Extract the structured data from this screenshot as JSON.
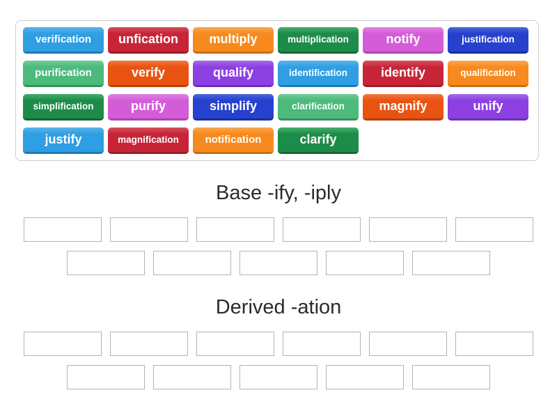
{
  "bank": {
    "tiles": [
      {
        "label": "verification",
        "color": "sky"
      },
      {
        "label": "unfication",
        "color": "crimson"
      },
      {
        "label": "multiply",
        "color": "orange"
      },
      {
        "label": "multiplication",
        "color": "forest"
      },
      {
        "label": "notify",
        "color": "orchid"
      },
      {
        "label": "justification",
        "color": "royal"
      },
      {
        "label": "purification",
        "color": "emerald"
      },
      {
        "label": "verify",
        "color": "vermilion"
      },
      {
        "label": "qualify",
        "color": "violet"
      },
      {
        "label": "identification",
        "color": "sky"
      },
      {
        "label": "identify",
        "color": "crimson"
      },
      {
        "label": "qualification",
        "color": "orange"
      },
      {
        "label": "simplification",
        "color": "forest"
      },
      {
        "label": "purify",
        "color": "orchid"
      },
      {
        "label": "simplify",
        "color": "royal"
      },
      {
        "label": "clarification",
        "color": "emerald"
      },
      {
        "label": "magnify",
        "color": "vermilion"
      },
      {
        "label": "unify",
        "color": "violet"
      },
      {
        "label": "justify",
        "color": "sky"
      },
      {
        "label": "magnification",
        "color": "crimson"
      },
      {
        "label": "notification",
        "color": "orange"
      },
      {
        "label": "clarify",
        "color": "forest"
      }
    ],
    "palette": {
      "sky": {
        "bg": "#2F9EE3",
        "hi": "#5BB5EC",
        "edge": "#1D7AB8"
      },
      "crimson": {
        "bg": "#C72537",
        "hi": "#D6505F",
        "edge": "#991C2A"
      },
      "orange": {
        "bg": "#F68A1F",
        "hi": "#F9A952",
        "edge": "#C76E12"
      },
      "forest": {
        "bg": "#1E8C49",
        "hi": "#44AF6B",
        "edge": "#156535"
      },
      "orchid": {
        "bg": "#D55CD9",
        "hi": "#E184E4",
        "edge": "#AA45AE"
      },
      "royal": {
        "bg": "#2541CE",
        "hi": "#4C66DB",
        "edge": "#1A2F9B"
      },
      "emerald": {
        "bg": "#4CBA7B",
        "hi": "#72CC99",
        "edge": "#38905F"
      },
      "vermilion": {
        "bg": "#E95311",
        "hi": "#F07A42",
        "edge": "#B63F0B"
      },
      "violet": {
        "bg": "#8C40E2",
        "hi": "#A66CEA",
        "edge": "#6C2FB2"
      }
    }
  },
  "groups": [
    {
      "title": "Base -ify, -iply",
      "rows": [
        6,
        5
      ]
    },
    {
      "title": "Derived -ation",
      "rows": [
        6,
        5
      ]
    }
  ]
}
